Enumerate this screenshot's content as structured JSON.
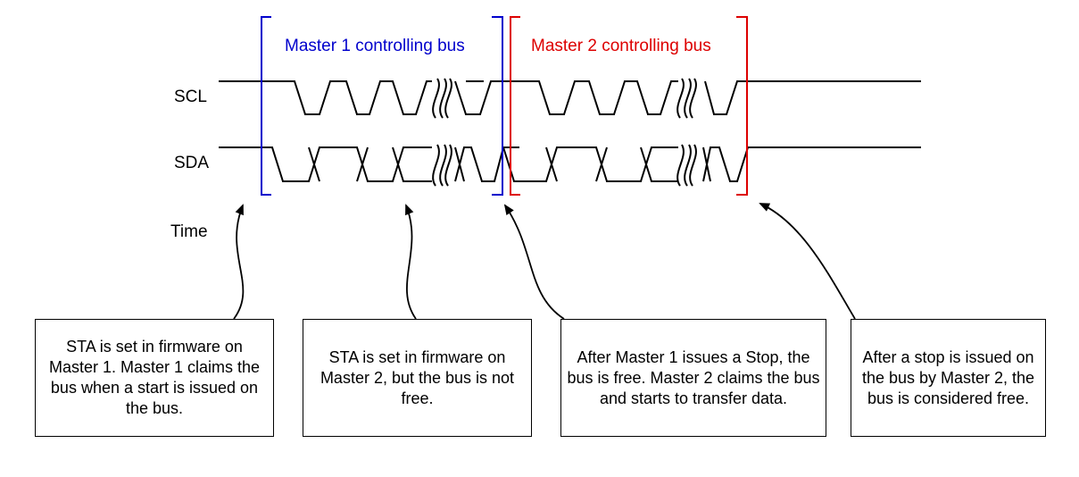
{
  "signals": {
    "scl": "SCL",
    "sda": "SDA",
    "time": "Time"
  },
  "buses": [
    {
      "title": "Master 1 controlling bus",
      "color": "#0000cc"
    },
    {
      "title": "Master 2 controlling bus",
      "color": "#dd0000"
    }
  ],
  "callouts": [
    {
      "text": "STA is set in firmware on Master 1. Master 1 claims the bus when a start is issued on the bus."
    },
    {
      "text": "STA is set in firmware on Master 2, but the bus is not free."
    },
    {
      "text": "After Master 1 issues a Stop, the bus is free. Master 2 claims the bus and starts to transfer data."
    },
    {
      "text": "After a stop is issued on the bus by Master 2, the bus is considered free."
    }
  ]
}
